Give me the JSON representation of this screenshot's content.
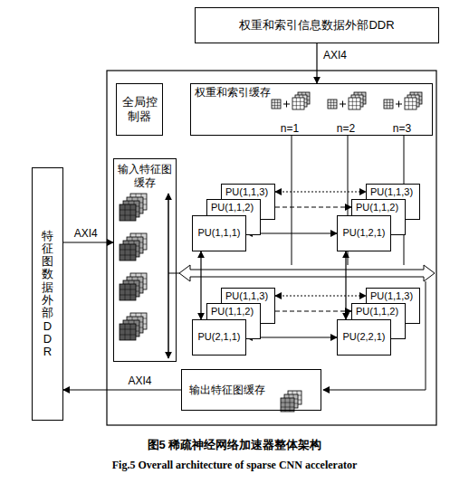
{
  "diagram": {
    "caption": "图5 稀疏神经网络加速器整体架构",
    "nodes": [
      {
        "text": [
          "权重和索引信息数据外部DDR"
        ]
      },
      {
        "text": [
          "特征图数据外部DDR"
        ]
      },
      {
        "text": [
          "全局控制器"
        ]
      },
      {
        "text": [
          "权重和索引缓存"
        ]
      },
      {
        "text": [
          "输入特征图缓存"
        ]
      },
      {
        "text": [
          "输出特征图缓存"
        ]
      },
      {
        "text": [
          "PU(1,1,3)"
        ]
      },
      {
        "text": [
          "PU(1,1,2)"
        ]
      },
      {
        "text": [
          "PU(1,1,1)"
        ]
      },
      {
        "text": [
          "PU(1,1,3)"
        ]
      },
      {
        "text": [
          "PU(1,1,2)"
        ]
      },
      {
        "text": [
          "PU(1,2,1)"
        ]
      },
      {
        "text": [
          "PU(1,1,3)"
        ]
      },
      {
        "text": [
          "PU(1,1,2)"
        ]
      },
      {
        "text": [
          "PU(2,1,1)"
        ]
      },
      {
        "text": [
          "PU(1,1,3)"
        ]
      },
      {
        "text": [
          "PU(1,1,2)"
        ]
      },
      {
        "text": [
          "PU(2,2,1)"
        ]
      }
    ],
    "edges": [
      {
        "from": 0,
        "to": 3,
        "label": "AXI4",
        "arrow": "to"
      },
      {
        "from": 1,
        "to": 4,
        "label": "AXI4",
        "arrow": "to"
      },
      {
        "from": 5,
        "to": 1,
        "label": "AXI4",
        "arrow": "to"
      },
      {
        "from": 6,
        "to": 9,
        "arrow": "both"
      },
      {
        "from": 7,
        "to": 10,
        "arrow": "both"
      },
      {
        "from": 8,
        "to": 11,
        "arrow": "both"
      },
      {
        "from": 12,
        "to": 15,
        "arrow": "both"
      },
      {
        "from": 13,
        "to": 16,
        "arrow": "both"
      },
      {
        "from": 14,
        "to": 17,
        "arrow": "both"
      },
      {
        "from": 8,
        "to": 14,
        "arrow": "both"
      },
      {
        "from": 11,
        "to": 17,
        "arrow": "both"
      }
    ],
    "labels": [
      "n=1",
      "n=2",
      "n=3",
      "Fig.5 Overall architecture of sparse CNN accelerator"
    ]
  }
}
